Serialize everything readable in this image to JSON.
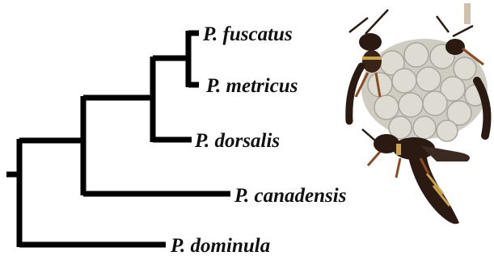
{
  "tree": {
    "taxa": [
      "P. fuscatus",
      "P. metricus",
      "P. dorsalis",
      "P. canadensis",
      "P. dominula"
    ],
    "branch_color": "#000000"
  },
  "photo": {
    "subject": "paper wasps on nest",
    "colors": {
      "comb": "#d9d6cc",
      "comb_cell": "#b9b6ad",
      "wasp_body": "#2a1a12",
      "wasp_band": "#c9a44a",
      "wasp_leg": "#8a4a22",
      "wing": "#3b2a22"
    }
  }
}
